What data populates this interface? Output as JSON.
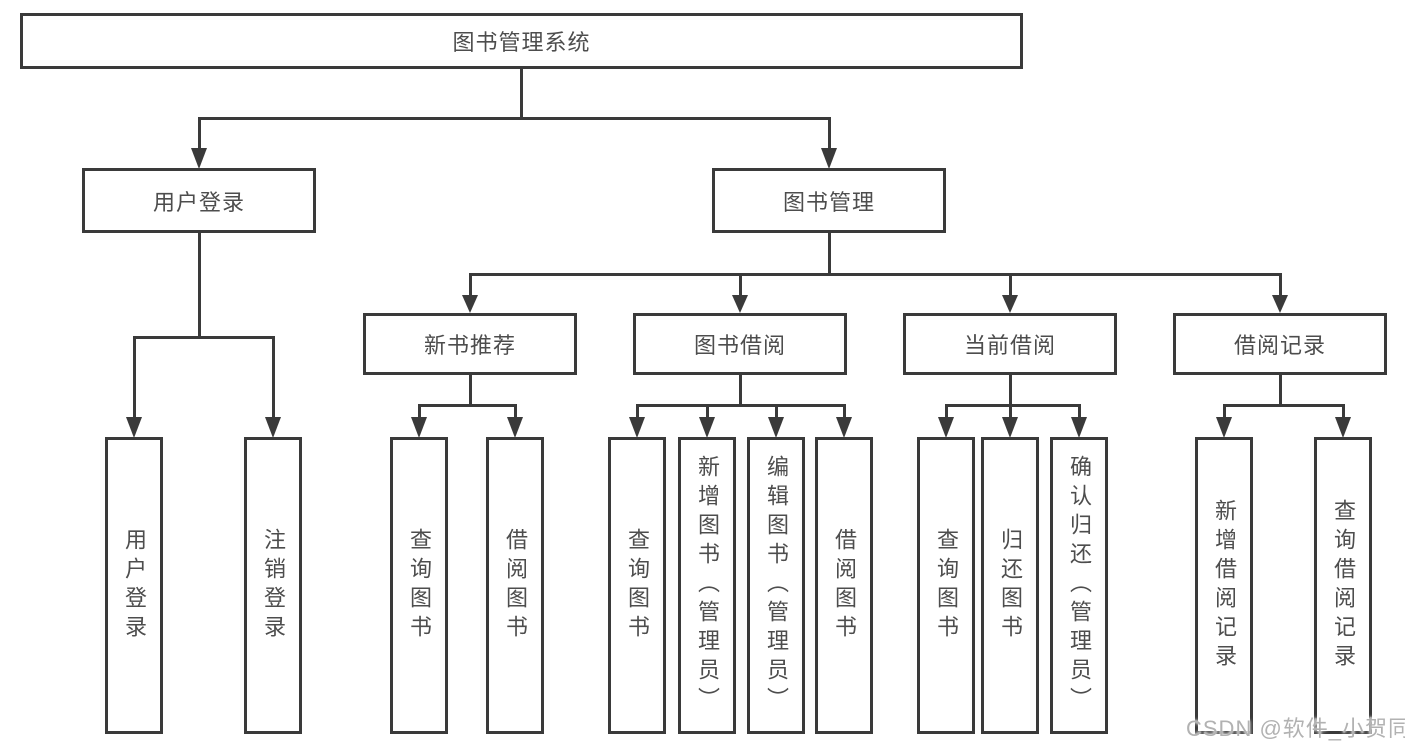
{
  "tree": {
    "root": {
      "label": "图书管理系统"
    },
    "branches": [
      {
        "label": "用户登录",
        "leaves": [
          {
            "label": "用户登录"
          },
          {
            "label": "注销登录"
          }
        ]
      },
      {
        "label": "图书管理",
        "groups": [
          {
            "label": "新书推荐",
            "leaves": [
              {
                "label": "查询图书"
              },
              {
                "label": "借阅图书"
              }
            ]
          },
          {
            "label": "图书借阅",
            "leaves": [
              {
                "label": "查询图书"
              },
              {
                "label": "新增图书（管理员）"
              },
              {
                "label": "编辑图书（管理员）"
              },
              {
                "label": "借阅图书"
              }
            ]
          },
          {
            "label": "当前借阅",
            "leaves": [
              {
                "label": "查询图书"
              },
              {
                "label": "归还图书"
              },
              {
                "label": "确认归还（管理员）"
              }
            ]
          },
          {
            "label": "借阅记录",
            "leaves": [
              {
                "label": "新增借阅记录"
              },
              {
                "label": "查询借阅记录"
              }
            ]
          }
        ]
      }
    ]
  },
  "watermark": {
    "text": "CSDN @软件_小贺同学"
  },
  "colors": {
    "line": "#3a3a3a",
    "text": "#4d4d4d",
    "watermark": "#b2b2b2",
    "bg": "#ffffff"
  }
}
